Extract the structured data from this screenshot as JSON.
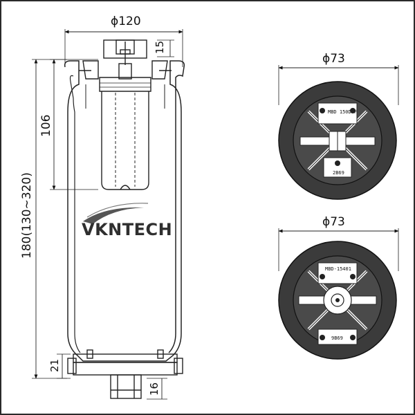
{
  "dimensions": {
    "top_width": "ϕ120",
    "top_cap": "15",
    "inner_height": "106",
    "total_height": "180(130~320)",
    "bottom_plate": "21",
    "bottom_stem": "16",
    "view1_diameter": "ϕ73",
    "view2_diameter": "ϕ73"
  },
  "brand": {
    "logo_text": "VKNTECH"
  },
  "view1_labels": {
    "top_code": "MBD 150D F",
    "bottom_code": "2B69"
  },
  "view2_labels": {
    "top_code": "MBD-15401",
    "bottom_code": "9B69"
  }
}
